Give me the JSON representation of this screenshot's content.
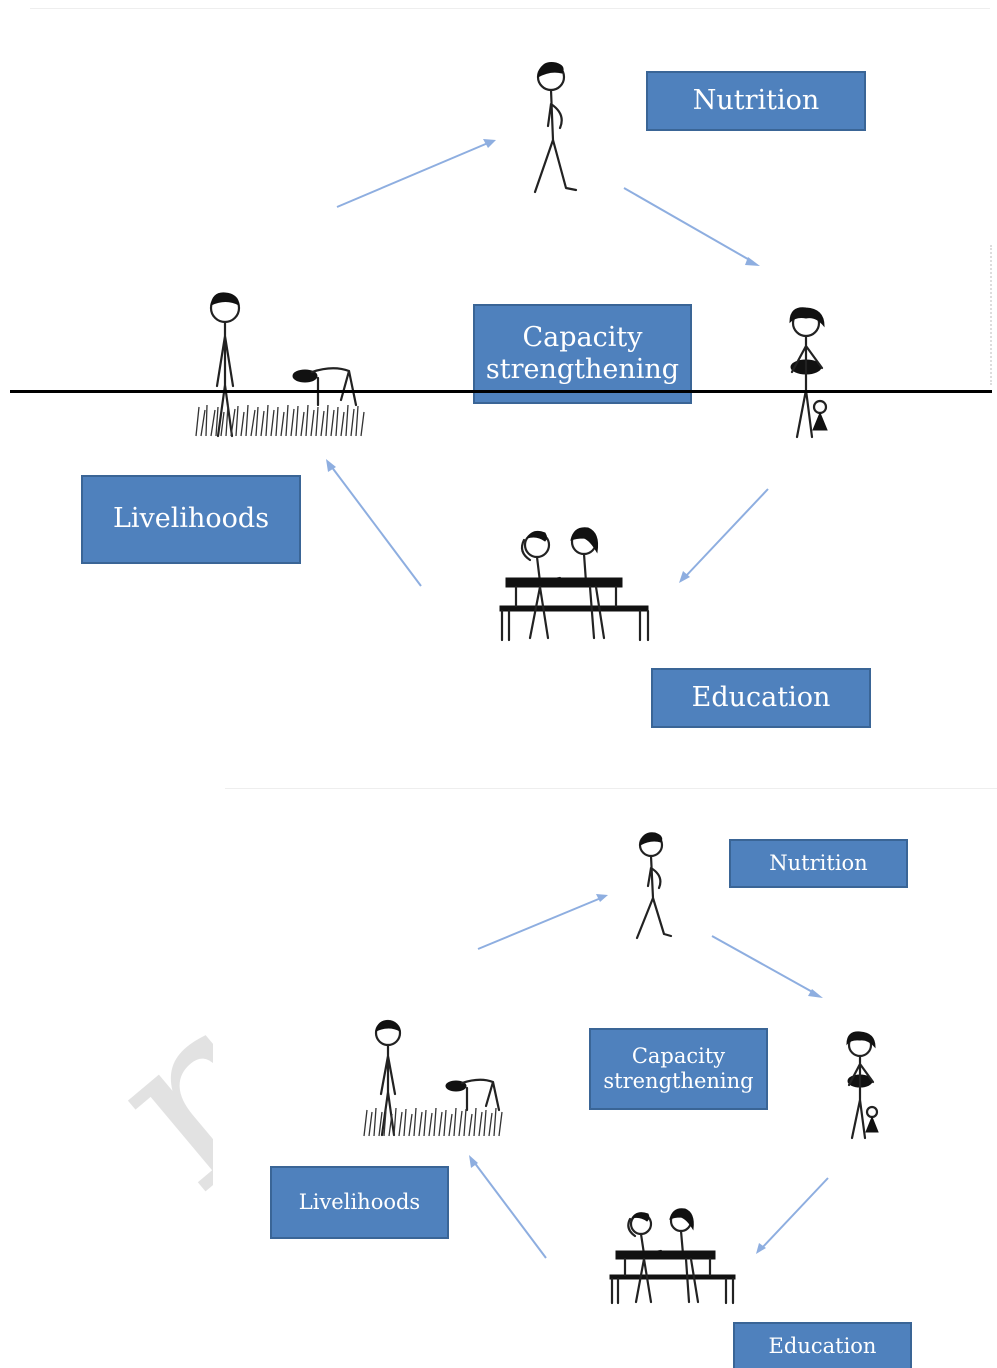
{
  "top_panel": {
    "labels": {
      "nutrition": "Nutrition",
      "capacity_line1": "Capacity",
      "capacity_line2": "strengthening",
      "livelihoods": "Livelihoods",
      "education": "Education"
    }
  },
  "bottom_panel": {
    "labels": {
      "nutrition": "Nutrition",
      "capacity_line1": "Capacity",
      "capacity_line2": "strengthening",
      "livelihoods": "Livelihoods",
      "education": "Education"
    }
  },
  "watermark_text": "re",
  "colors": {
    "box_fill": "#4f81bd",
    "box_border": "#3a6596",
    "arrow": "#8eaee0",
    "divider": "#000000"
  }
}
